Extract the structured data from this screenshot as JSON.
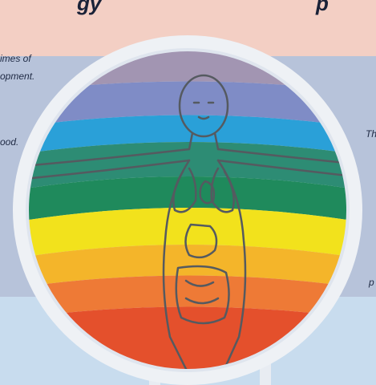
{
  "background": {
    "top_band_color": "#f3cfc4",
    "mid_color": "#b7c3da",
    "bottom_band_color": "#c8dcee"
  },
  "title_fragment_left": "gy",
  "title_fragment_right": "p",
  "captions": {
    "left_line_1": "imes of",
    "left_line_2": "opment.",
    "left_line_3": "ood.",
    "right_line_1": "Th",
    "right_line_2": "p"
  },
  "circle": {
    "frame_color": "#eef1f5",
    "bands": [
      "#e0245e",
      "#9b8fb0",
      "#7f88c4",
      "#2aa0d8",
      "#2b8a6e",
      "#1f8a5a",
      "#f2e21c",
      "#f4b52a",
      "#ee7a36",
      "#e85a2e",
      "#d9442b"
    ]
  }
}
